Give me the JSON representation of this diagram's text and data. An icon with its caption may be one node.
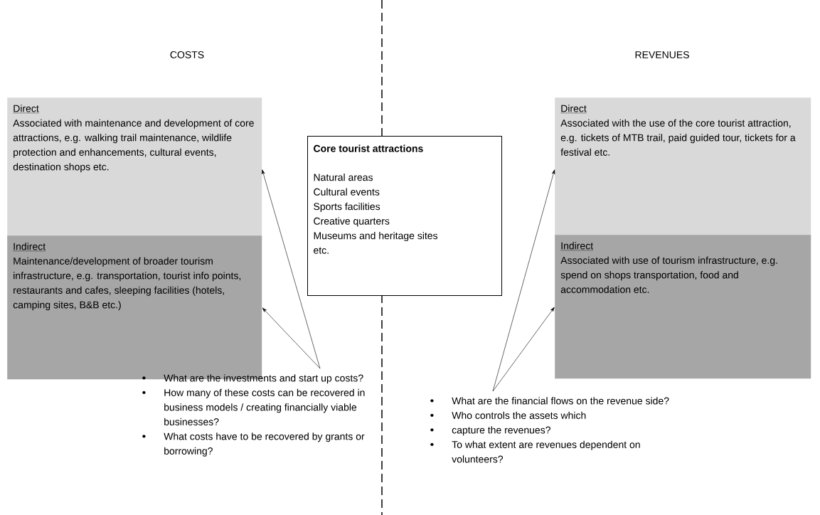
{
  "diagram": {
    "nodes": [
      {
        "text": [
          "Direct",
          "Associated with maintenance and development of core attractions, e.g. walking trail maintenance, wildlife protection and enhancements, cultural events, destination shops etc."
        ]
      },
      {
        "text": [
          "Indirect",
          "Maintenance/development of broader tourism infrastructure, e.g. transportation, tourist info points, restaurants and cafes, sleeping facilities (hotels, camping sites, B&B etc.)"
        ]
      },
      {
        "text": [
          "Core tourist attractions",
          "Natural areas",
          "Cultural events",
          "Sports facilities",
          "Creative quarters",
          "Museums and heritage sites",
          "etc."
        ]
      },
      {
        "text": [
          "Direct",
          "Associated with the use of the core tourist attraction, e.g. tickets of MTB trail, paid guided tour, tickets for a festival etc."
        ]
      },
      {
        "text": [
          "Indirect",
          "Associated with use of tourism infrastructure, e.g. spend on shops transportation, food and accommodation etc."
        ]
      },
      {
        "text": [
          "What are the investments and start up costs?",
          "How many of these costs can be recovered in business models / creating financially viable businesses?",
          "What costs have to be recovered by grants or borrowing?"
        ]
      },
      {
        "text": [
          "What are the financial flows on the revenue side?",
          "Who controls the assets which",
          "capture the revenues?",
          "To what extent are revenues dependent on volunteers?"
        ]
      }
    ],
    "edges": [
      {
        "from": 5,
        "to": 0,
        "arrow": "to"
      },
      {
        "from": 5,
        "to": 1,
        "arrow": "to"
      },
      {
        "from": 6,
        "to": 3,
        "arrow": "to"
      },
      {
        "from": 6,
        "to": 4,
        "arrow": "to"
      }
    ],
    "labels": [
      "COSTS",
      "REVENUES"
    ]
  }
}
